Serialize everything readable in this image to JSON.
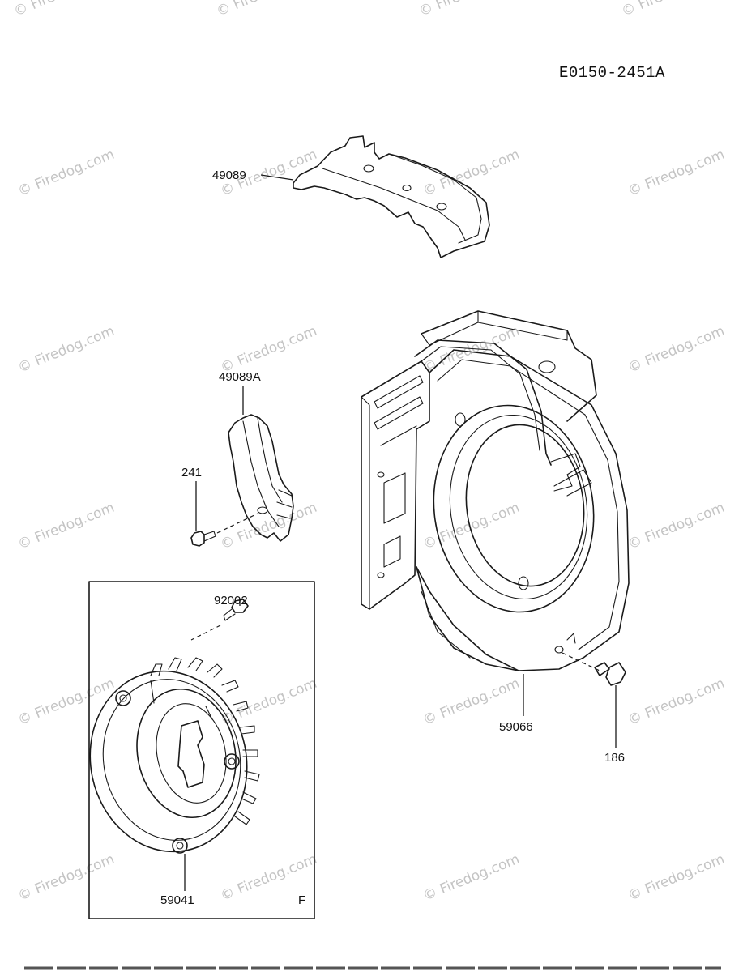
{
  "diagram_code": "E0150-2451A",
  "watermark_text": "© Firedog.com",
  "parts": {
    "bracket_top": "49089",
    "bracket_left": "49089A",
    "bolt_241": "241",
    "bolt_92002": "92002",
    "flywheel": "59041",
    "shroud": "59066",
    "bolt_186": "186"
  },
  "inset_letter": "F"
}
